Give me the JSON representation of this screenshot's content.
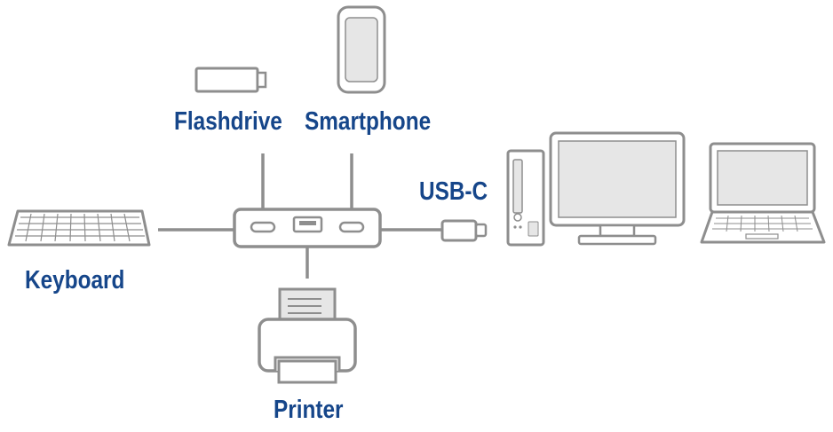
{
  "labels": {
    "flashdrive": "Flashdrive",
    "smartphone": "Smartphone",
    "usb_c": "USB-C",
    "keyboard": "Keyboard",
    "printer": "Printer"
  },
  "colors": {
    "label": "#16468a",
    "line": "#8e8e8e",
    "device_fill": "#e6e6e6"
  }
}
